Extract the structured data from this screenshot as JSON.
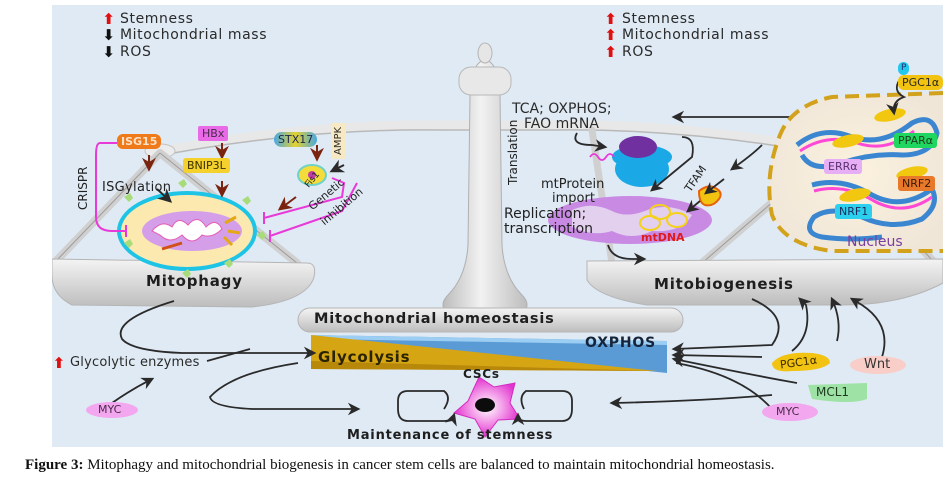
{
  "left_legend": [
    {
      "direction": "up",
      "label": "Stemness"
    },
    {
      "direction": "down",
      "label": "Mitochondrial mass"
    },
    {
      "direction": "down",
      "label": "ROS"
    }
  ],
  "right_legend": [
    {
      "direction": "up",
      "label": "Stemness"
    },
    {
      "direction": "up",
      "label": "Mitochondrial mass"
    },
    {
      "direction": "up",
      "label": "ROS"
    }
  ],
  "left_pan": {
    "title": "Mitophagy",
    "factors": {
      "isg15": "ISG15",
      "hbx": "HBx",
      "bnip3l": "BNIP3L",
      "stx17": "STX17",
      "fis1": "Fis1",
      "ampk": "AMPK",
      "isgylation": "ISGylation",
      "crispr": "CRISPR",
      "genetic_inhibition_1": "Genetic",
      "genetic_inhibition_2": "inhibition"
    }
  },
  "right_pan": {
    "title": "Mitobiogenesis",
    "labels": {
      "mrna_1": "TCA; OXPHOS;",
      "mrna_2": "FAO mRNA",
      "translation": "Translation",
      "mtprotein_1": "mtProtein",
      "mtprotein_2": "import",
      "replication_1": "Replication;",
      "replication_2": "transcription",
      "mtdna": "mtDNA",
      "tfam": "TFAM",
      "nucleus": "Nucleus",
      "pgc1a_top": "PGC1α",
      "phospho": "P",
      "ppara": "PPARα",
      "erra": "ERRα",
      "nrf2": "NRF2",
      "nrf1": "NRF1"
    }
  },
  "center": {
    "homeostasis": "Mitochondrial homeostasis",
    "glycolysis": "Glycolysis",
    "oxphos": "OXPHOS",
    "cscs": "CSCs",
    "maintenance": "Maintenance of stemness"
  },
  "left_regulators": {
    "glycolytic_enzymes": "Glycolytic enzymes",
    "myc": "MYC"
  },
  "right_regulators": {
    "pgc1a": "PGC1α",
    "wnt": "Wnt",
    "mcl1": "MCL1",
    "myc": "MYC"
  },
  "colors": {
    "background": "#dfeaf4",
    "up_arrow": "#e01010",
    "down_arrow": "#111111",
    "glycolysis": "#d6a514",
    "oxphos": "#5b9bd5",
    "inhibition": "#e83ad8",
    "scale": "#d4d4d4"
  },
  "caption": {
    "label": "Figure 3:",
    "text": " Mitophagy and mitochondrial biogenesis in cancer stem cells are balanced to maintain mitochondrial homeostasis."
  }
}
